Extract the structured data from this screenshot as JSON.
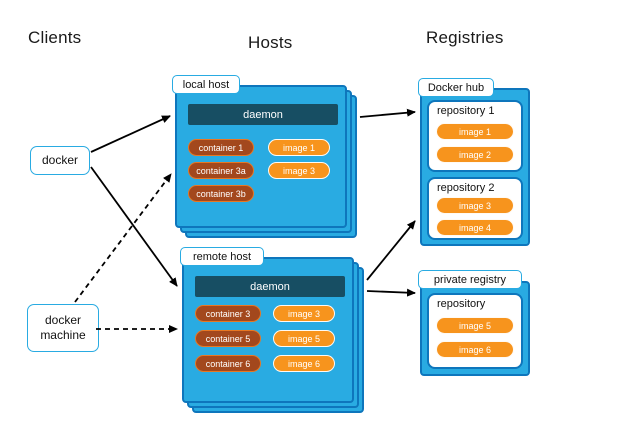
{
  "headers": {
    "clients": "Clients",
    "hosts": "Hosts",
    "registries": "Registries"
  },
  "clients": {
    "docker": {
      "label": "docker"
    },
    "docker_machine": {
      "label": "docker machine"
    }
  },
  "hosts": {
    "local_host": {
      "label": "local host",
      "daemon": "daemon",
      "containers": [
        "container 1",
        "container 3a",
        "container 3b"
      ],
      "images": [
        "image 1",
        "image 3"
      ]
    },
    "remote_host": {
      "label": "remote host",
      "daemon": "daemon",
      "containers": [
        "container 3",
        "container 5",
        "container 6"
      ],
      "images": [
        "image 3",
        "image 5",
        "image 6"
      ]
    }
  },
  "registries": {
    "docker_hub": {
      "label": "Docker hub",
      "repositories": [
        {
          "name": "repository 1",
          "images": [
            "image 1",
            "image 2"
          ]
        },
        {
          "name": "repository 2",
          "images": [
            "image 3",
            "image 4"
          ]
        }
      ]
    },
    "private_registry": {
      "label": "private registry",
      "repositories": [
        {
          "name": "repository",
          "images": [
            "image 5",
            "image 6"
          ]
        }
      ]
    }
  },
  "colors": {
    "blue": "#29ABE2",
    "blue-border": "#0E76BC",
    "daemon": "#174E63",
    "container": "#A3481D",
    "container-border": "#E87722",
    "image": "#F7941D",
    "arrow": "#000000"
  }
}
